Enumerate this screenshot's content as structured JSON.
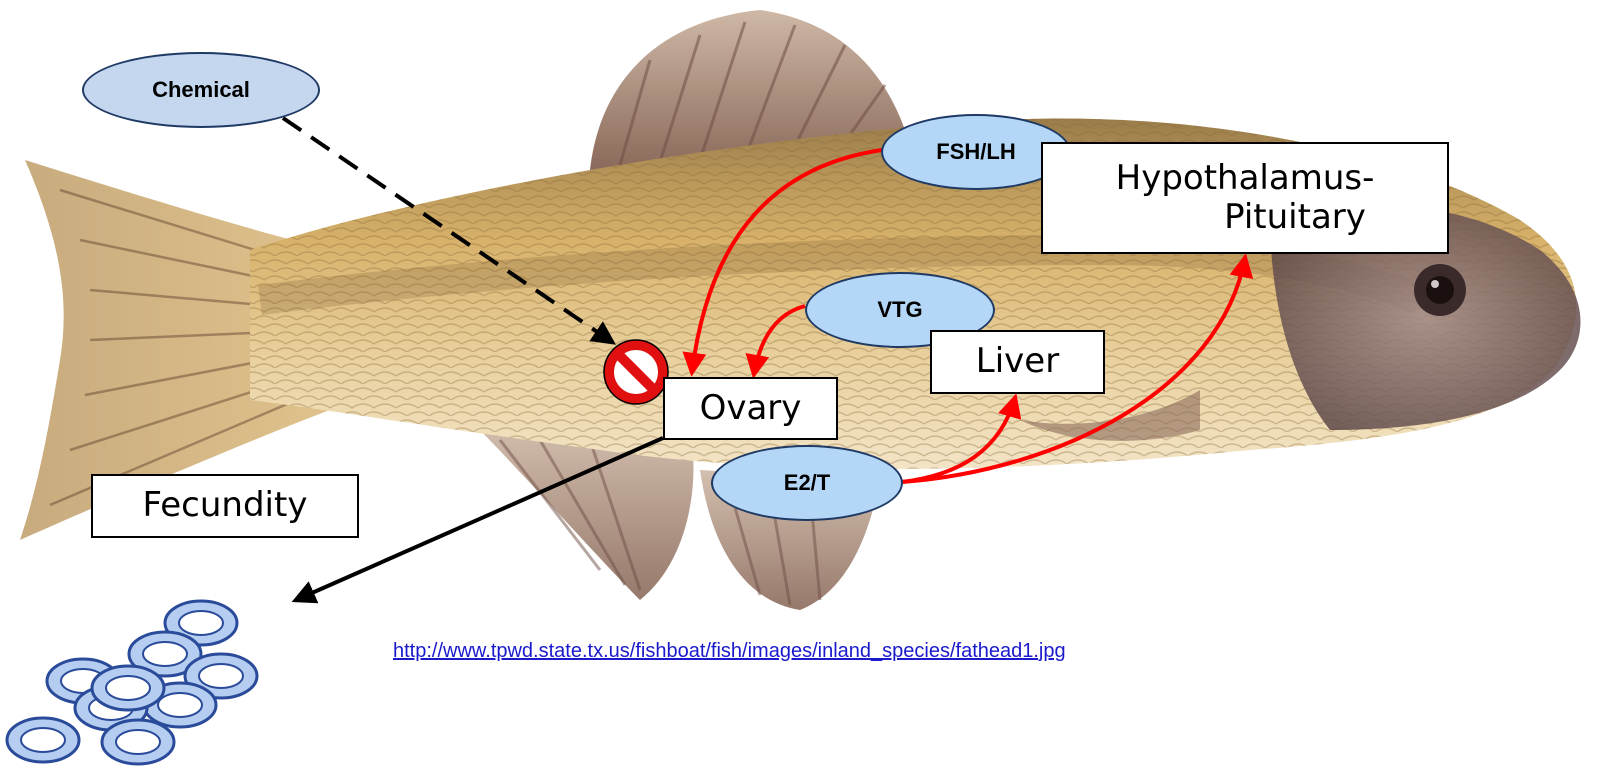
{
  "labels": {
    "chemical": "Chemical",
    "fsh_lh": "FSH/LH",
    "vtg": "VTG",
    "e2_t": "E2/T",
    "hypothalamus_line1": "Hypothalamus-",
    "hypothalamus_line2": "Pituitary",
    "liver": "Liver",
    "ovary": "Ovary",
    "fecundity": "Fecundity"
  },
  "source_link": "http://www.tpwd.state.tx.us/fishboat/fish/images/inland_species/fathead1.jpg",
  "colors": {
    "pathway_arrow": "#ff0000",
    "chemical_arrow": "#000000",
    "ellipse_fill": "#b5d7f7",
    "ellipse_border": "#1f3a64",
    "inhibition_sign": "#e01010",
    "link": "#1a1acc"
  },
  "icons": {
    "inhibition": "prohibition-sign-icon",
    "eggs": "egg-cluster-icon",
    "fish": "fathead-minnow-illustration"
  }
}
